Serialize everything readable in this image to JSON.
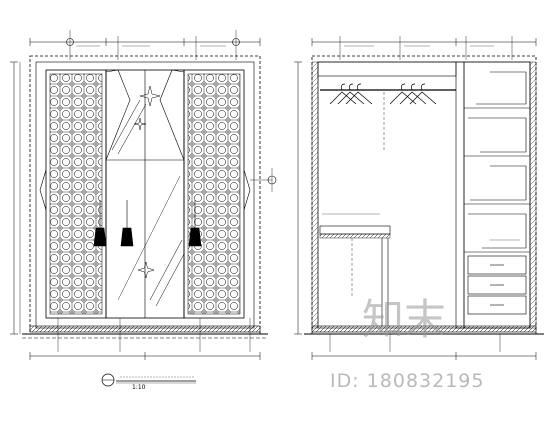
{
  "watermark": {
    "id_text": "ID: 180832195",
    "brand_mark": "知末"
  },
  "front_view": {
    "scale_label": "1:10"
  },
  "colors": {
    "ink": "#000000",
    "watermark": "#b9b9b9"
  }
}
